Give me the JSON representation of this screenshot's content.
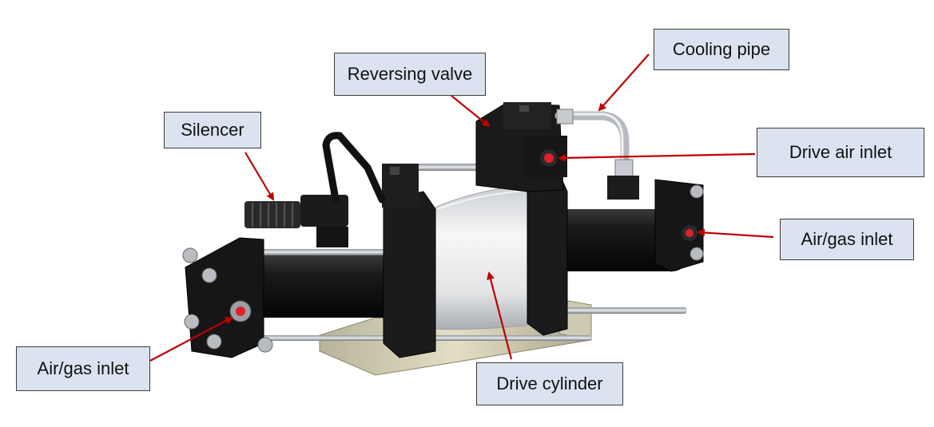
{
  "labels": {
    "cooling_pipe": "Cooling pipe",
    "reversing_valve": "Reversing valve",
    "silencer": "Silencer",
    "drive_air_inlet": "Drive air inlet",
    "air_gas_inlet_right": "Air/gas inlet",
    "air_gas_inlet_left": "Air/gas inlet",
    "drive_cylinder": "Drive cylinder"
  },
  "colors": {
    "label_fill": "#dbe3f0",
    "label_border": "#3b3b3b",
    "arrow": "#c00000",
    "body_black": "#141414",
    "cylinder_silver": "#e6e8ea",
    "port_red": "#e0202a"
  }
}
